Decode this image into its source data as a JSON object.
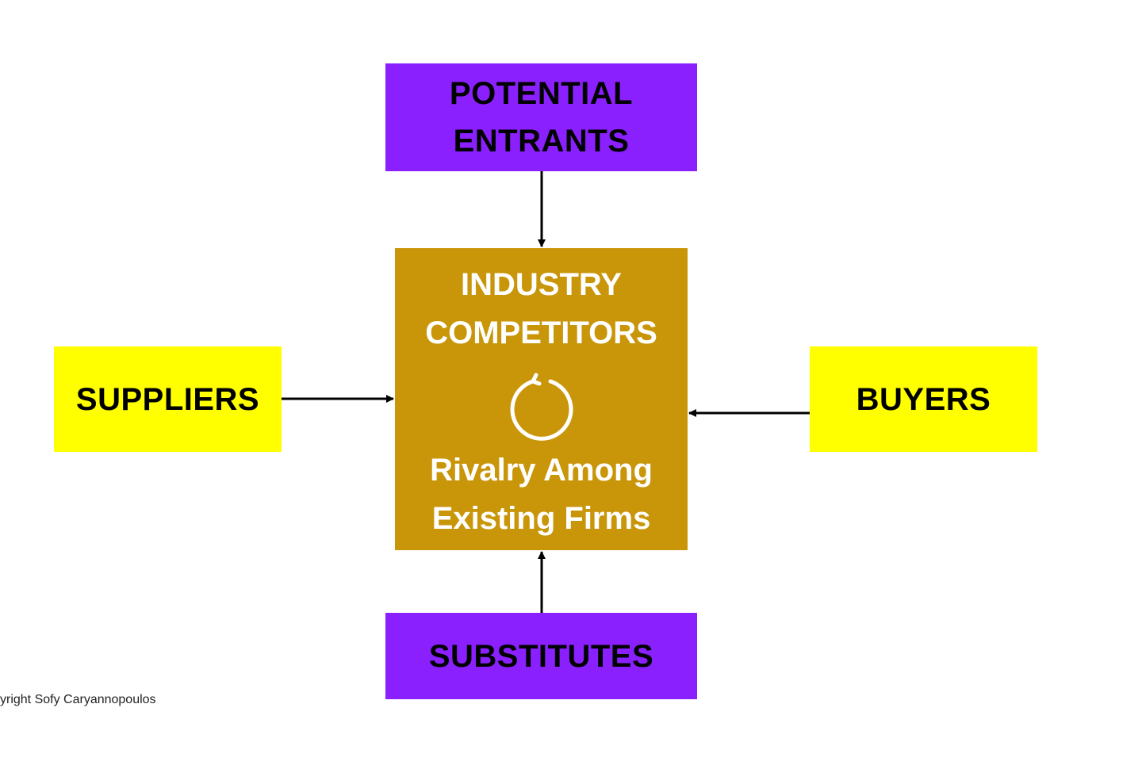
{
  "colors": {
    "entrants_fill": "#8B20FF",
    "substitutes_fill": "#8B20FF",
    "suppliers_fill": "#FFFF00",
    "buyers_fill": "#FFFF00",
    "center_fill": "#C9960A",
    "arrow": "#000000"
  },
  "nodes": {
    "potential_entrants": {
      "line1": "POTENTIAL",
      "line2": "ENTRANTS"
    },
    "industry_competitors": {
      "title_line1": "INDUSTRY",
      "title_line2": "COMPETITORS",
      "icon": "cycle-icon",
      "sub_line1": "Rivalry Among",
      "sub_line2": "Existing Firms"
    },
    "suppliers": {
      "label": "SUPPLIERS"
    },
    "buyers": {
      "label": "BUYERS"
    },
    "substitutes": {
      "label": "SUBSTITUTES"
    }
  },
  "edges": [
    {
      "from": "potential_entrants",
      "to": "industry_competitors"
    },
    {
      "from": "suppliers",
      "to": "industry_competitors"
    },
    {
      "from": "buyers",
      "to": "industry_competitors"
    },
    {
      "from": "substitutes",
      "to": "industry_competitors"
    }
  ],
  "footer": {
    "copyright": "yright Sofy Caryannopoulos"
  }
}
